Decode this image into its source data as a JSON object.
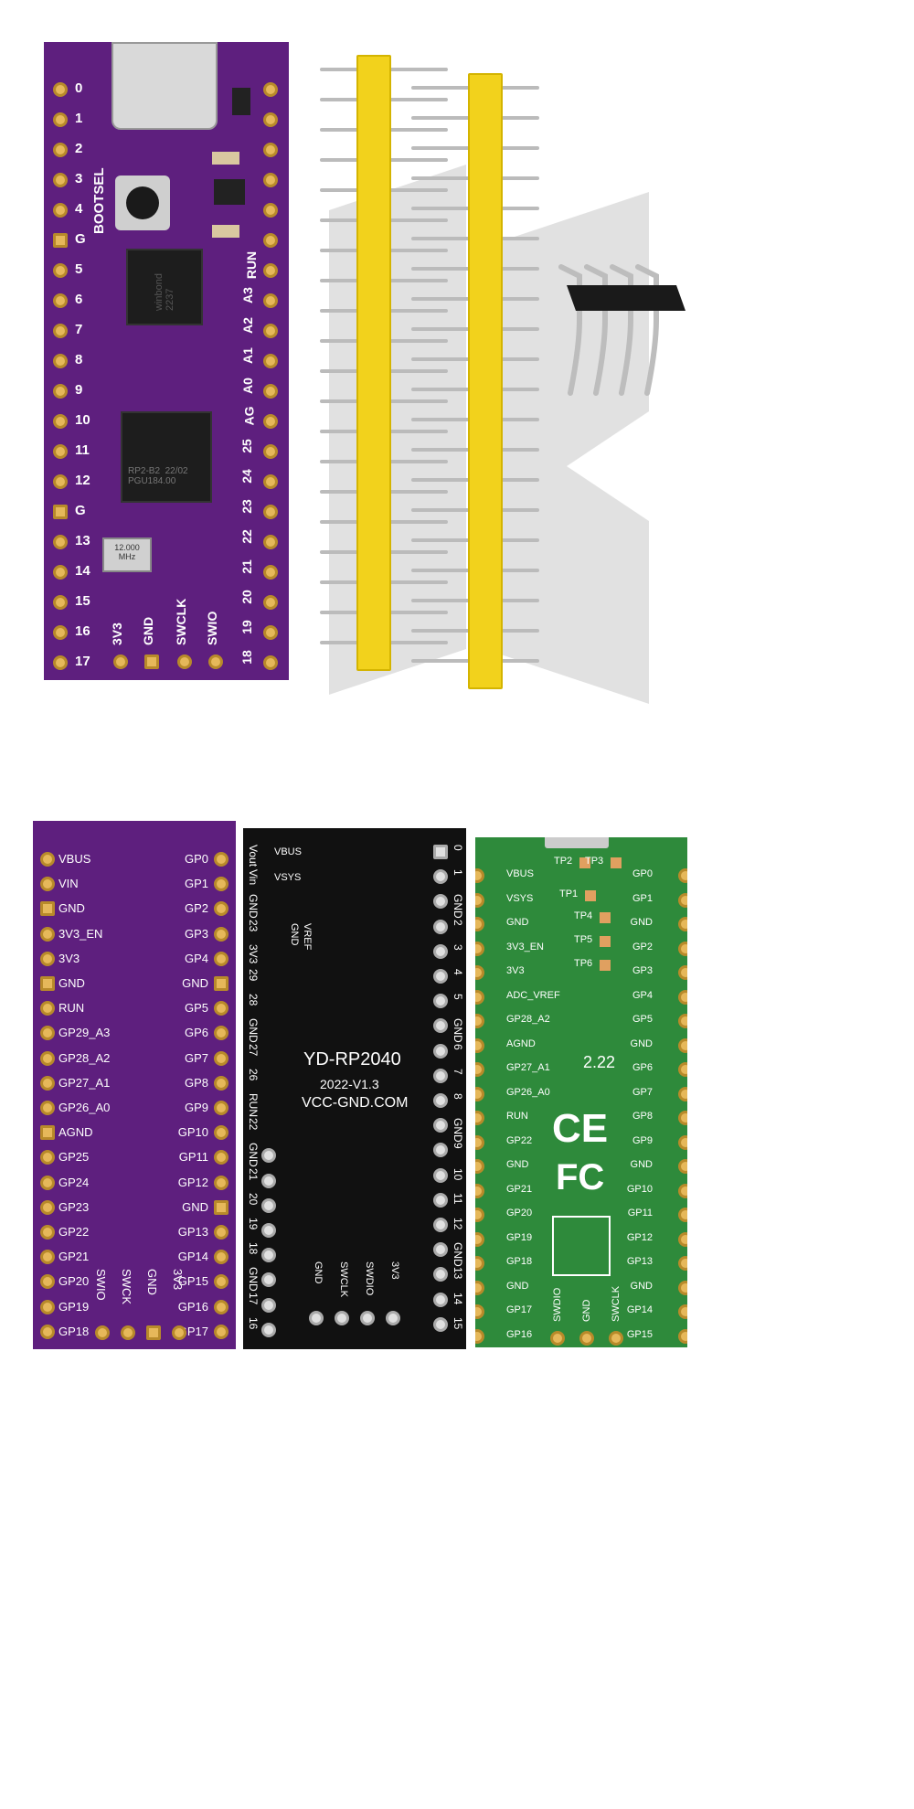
{
  "top_board": {
    "left_pins": [
      "0",
      "1",
      "2",
      "3",
      "4",
      "G",
      "5",
      "6",
      "7",
      "8",
      "9",
      "10",
      "11",
      "12",
      "G",
      "13",
      "14",
      "15",
      "16",
      "17"
    ],
    "right_pins": [
      "RUN",
      "A3",
      "A2",
      "A1",
      "A0",
      "AG",
      "25",
      "24",
      "23",
      "22",
      "21",
      "20",
      "19",
      "18"
    ],
    "bottom_pins": [
      "3V3",
      "GND",
      "SWCLK",
      "SWIO"
    ],
    "button": "BOOTSEL",
    "crystal": "12.000\nMHz",
    "mcu_text": "RP2-B2  22/02\nPGU184.00",
    "flash_text": "winbond\n2237"
  },
  "bottom_purple": {
    "left_pins": [
      "VBUS",
      "VIN",
      "GND",
      "3V3_EN",
      "3V3",
      "GND",
      "RUN",
      "GP29_A3",
      "GP28_A2",
      "GP27_A1",
      "GP26_A0",
      "AGND",
      "GP25",
      "GP24",
      "GP23",
      "GP22",
      "GP21",
      "GP20",
      "GP19",
      "GP18"
    ],
    "right_pins": [
      "GP0",
      "GP1",
      "GP2",
      "GP3",
      "GP4",
      "GND",
      "GP5",
      "GP6",
      "GP7",
      "GP8",
      "GP9",
      "GP10",
      "GP11",
      "GP12",
      "GND",
      "GP13",
      "GP14",
      "GP15",
      "GP16",
      "GP17"
    ],
    "bottom_pins": [
      "SWIO",
      "SWCK",
      "GND",
      "3V3"
    ]
  },
  "black_board": {
    "title": "YD-RP2040",
    "version": "2022-V1.3",
    "website": "VCC-GND.COM",
    "left_pins": [
      "Vout",
      "Vin",
      "GND",
      "23",
      "3V3",
      "29",
      "28",
      "GND",
      "27",
      "26",
      "RUN",
      "22",
      "GND",
      "21",
      "20",
      "19",
      "18",
      "GND",
      "17",
      "16"
    ],
    "right_pins": [
      "0",
      "1",
      "GND",
      "2",
      "3",
      "4",
      "5",
      "GND",
      "6",
      "7",
      "8",
      "GND",
      "9",
      "10",
      "11",
      "12",
      "GND",
      "13",
      "14",
      "15"
    ],
    "top_labels": [
      "VBUS",
      "VSYS"
    ],
    "mid_labels": [
      "GND",
      "VREF"
    ],
    "bottom_pins": [
      "GND",
      "SWCLK",
      "SWDIO",
      "3V3"
    ]
  },
  "green_board": {
    "left_pins": [
      "VBUS",
      "VSYS",
      "GND",
      "3V3_EN",
      "3V3",
      "ADC_VREF",
      "GP28_A2",
      "AGND",
      "GP27_A1",
      "GP26_A0",
      "RUN",
      "GP22",
      "GND",
      "GP21",
      "GP20",
      "GP19",
      "GP18",
      "GND",
      "GP17",
      "GP16"
    ],
    "right_pins": [
      "GP0",
      "GP1",
      "GND",
      "GP2",
      "GP3",
      "GP4",
      "GP5",
      "GND",
      "GP6",
      "GP7",
      "GP8",
      "GP9",
      "GND",
      "GP10",
      "GP11",
      "GP12",
      "GP13",
      "GND",
      "GP14",
      "GP15"
    ],
    "test_points": [
      "TP2",
      "TP3",
      "TP1",
      "TP4",
      "TP5",
      "TP6"
    ],
    "revision": "2.22",
    "ce_mark": "CE",
    "fcc_mark": "FC",
    "bottom_pins": [
      "SWDIO",
      "GND",
      "SWCLK"
    ]
  },
  "colors": {
    "purple_pcb": "#5e1f7e",
    "black_pcb": "#111111",
    "green_pcb": "#2e8a3b",
    "header_yellow": "#f2d21c",
    "pad_gold": "#e6b85a"
  }
}
